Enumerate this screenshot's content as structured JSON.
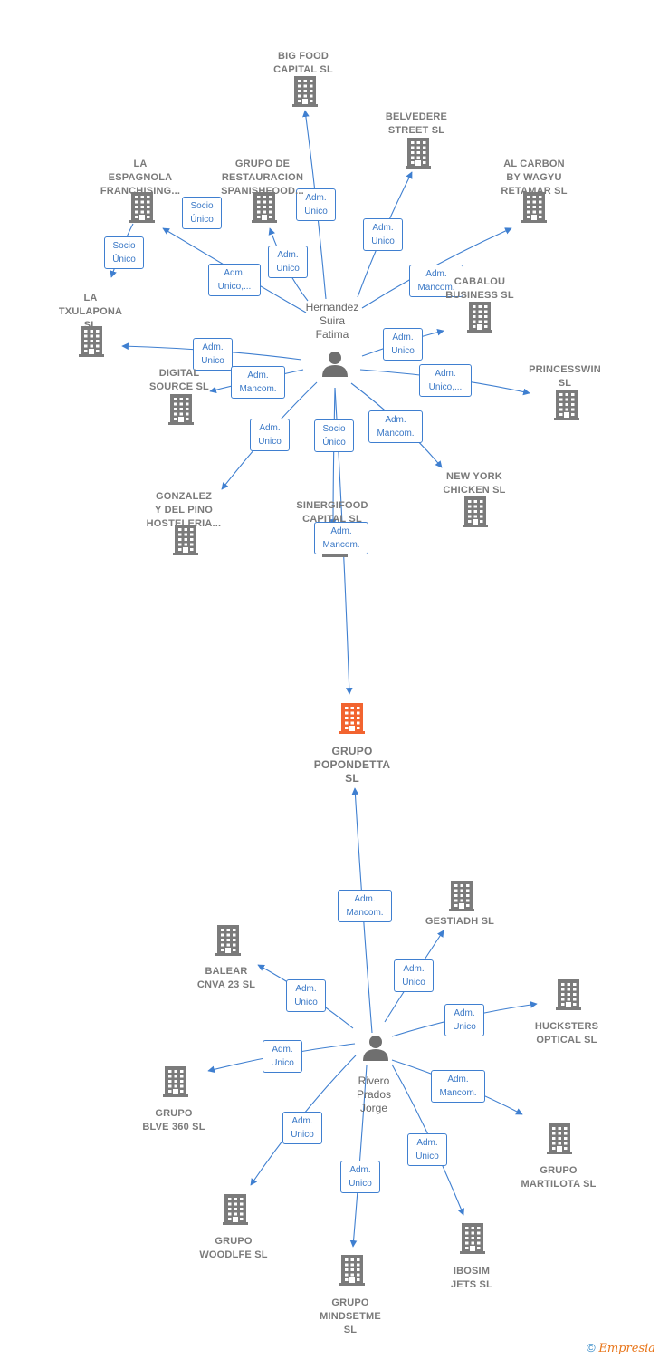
{
  "colors": {
    "line": "#3f7fd0",
    "building": "#7b7b7b",
    "main_building": "#f26430",
    "person": "#6f6f6f"
  },
  "main_company": {
    "label": "GRUPO\nPOPONDETTA\nSL"
  },
  "persons": [
    {
      "id": "p1",
      "label": "Hernandez\nSuira\nFatima"
    },
    {
      "id": "p2",
      "label": "Rivero\nPrados\nJorge"
    }
  ],
  "companies": [
    {
      "id": "bigfood",
      "label": "BIG FOOD\nCAPITAL SL"
    },
    {
      "id": "belvedere",
      "label": "BELVEDERE\nSTREET SL"
    },
    {
      "id": "espagnola",
      "label": "LA\nESPAGNOLA\nFRANCHISING..."
    },
    {
      "id": "restauracion",
      "label": "GRUPO DE\nRESTAURACION\nSPANISHFOOD..."
    },
    {
      "id": "alcarbon",
      "label": "AL CARBON\nBY WAGYU\nRETAMAR SL"
    },
    {
      "id": "txulapona",
      "label": "LA\nTXULAPONA\nSL"
    },
    {
      "id": "cabalou",
      "label": "CABALOU\nBUSINESS SL"
    },
    {
      "id": "digital",
      "label": "DIGITAL\nSOURCE SL"
    },
    {
      "id": "princesswin",
      "label": "PRINCESSWIN\nSL"
    },
    {
      "id": "newyork",
      "label": "NEW YORK\nCHICKEN SL"
    },
    {
      "id": "gonzalez",
      "label": "GONZALEZ\nY DEL PINO\nHOSTELERIA..."
    },
    {
      "id": "sinergifood",
      "label": "SINERGIFOOD\nCAPITAL SL"
    },
    {
      "id": "gestiadh",
      "label": "GESTIADH SL"
    },
    {
      "id": "balear",
      "label": "BALEAR\nCNVA 23 SL"
    },
    {
      "id": "hucksters",
      "label": "HUCKSTERS\nOPTICAL SL"
    },
    {
      "id": "blve",
      "label": "GRUPO\nBLVE 360 SL"
    },
    {
      "id": "martilota",
      "label": "GRUPO\nMARTILOTA SL"
    },
    {
      "id": "woodlfe",
      "label": "GRUPO\nWOODLFE SL"
    },
    {
      "id": "mindsetme",
      "label": "GRUPO\nMINDSETME\nSL"
    },
    {
      "id": "ibosim",
      "label": "IBOSIM\nJETS SL"
    }
  ],
  "relations": [
    {
      "from": "p1",
      "to": "bigfood",
      "role": "Adm.\nUnico"
    },
    {
      "from": "p1",
      "to": "belvedere",
      "role": "Adm.\nUnico"
    },
    {
      "from": "p1",
      "to": "espagnola",
      "role": "Adm.\nUnico,..."
    },
    {
      "from": "p1",
      "to": "restauracion",
      "role": "Adm.\nUnico"
    },
    {
      "from": "p1",
      "to": "alcarbon",
      "role": "Adm.\nMancom."
    },
    {
      "from": "p1",
      "to": "txulapona",
      "role": "Adm.\nUnico"
    },
    {
      "from": "p1",
      "to": "cabalou",
      "role": "Adm.\nUnico"
    },
    {
      "from": "p1",
      "to": "digital",
      "role": "Adm.\nMancom."
    },
    {
      "from": "p1",
      "to": "princesswin",
      "role": "Adm.\nUnico,..."
    },
    {
      "from": "p1",
      "to": "newyork",
      "role": "Adm.\nMancom."
    },
    {
      "from": "p1",
      "to": "gonzalez",
      "role": "Adm.\nUnico"
    },
    {
      "from": "p1",
      "to": "sinergifood",
      "role": "Socio\nÚnico"
    },
    {
      "from": "p1",
      "to": "main",
      "role": "Adm.\nMancom."
    },
    {
      "from": "espagnola",
      "to": "txulapona",
      "role": "Socio\nÚnico"
    },
    {
      "from": "restauracion",
      "to": "espagnola",
      "role": "Socio\nÚnico"
    },
    {
      "from": "p2",
      "to": "main",
      "role": "Adm.\nMancom."
    },
    {
      "from": "p2",
      "to": "gestiadh",
      "role": "Adm.\nUnico"
    },
    {
      "from": "p2",
      "to": "balear",
      "role": "Adm.\nUnico"
    },
    {
      "from": "p2",
      "to": "hucksters",
      "role": "Adm.\nUnico"
    },
    {
      "from": "p2",
      "to": "blve",
      "role": "Adm.\nUnico"
    },
    {
      "from": "p2",
      "to": "martilota",
      "role": "Adm.\nMancom."
    },
    {
      "from": "p2",
      "to": "woodlfe",
      "role": "Adm.\nUnico"
    },
    {
      "from": "p2",
      "to": "mindsetme",
      "role": "Adm.\nUnico"
    },
    {
      "from": "p2",
      "to": "ibosim",
      "role": "Adm.\nUnico"
    }
  ],
  "footer": {
    "copyright": "©",
    "brand": "Empresia"
  }
}
